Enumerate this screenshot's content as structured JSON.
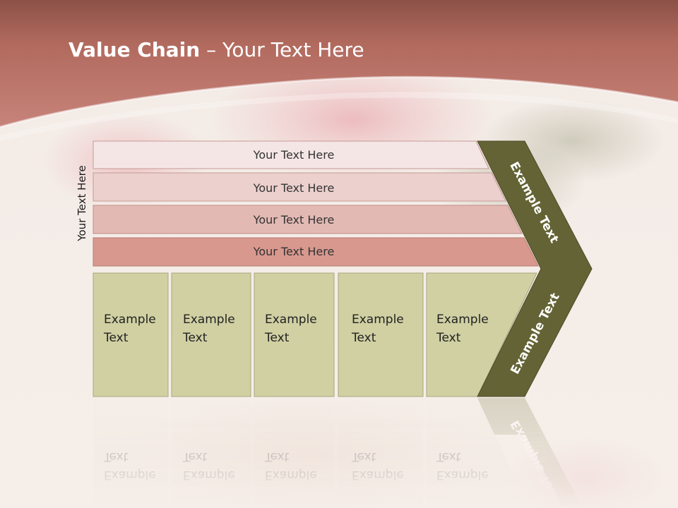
{
  "slide": {
    "title_bold": "Value Chain",
    "title_rest": " – Your Text Here",
    "side_label": "Your Text Here"
  },
  "colors": {
    "header": "#b96a5f",
    "bar_1": "#f5e6e6",
    "bar_2": "#ecd0cd",
    "bar_3": "#e3b9b3",
    "bar_4": "#d8988e",
    "column_fill": "#d0d0a3",
    "chevron_fill": "#636335"
  },
  "diagram": {
    "bars": [
      {
        "label": "Your Text Here"
      },
      {
        "label": "Your Text Here"
      },
      {
        "label": "Your Text Here"
      },
      {
        "label": "Your Text Here"
      }
    ],
    "columns": [
      {
        "line1": "Example",
        "line2": "Text"
      },
      {
        "line1": "Example",
        "line2": "Text"
      },
      {
        "line1": "Example",
        "line2": "Text"
      },
      {
        "line1": "Example",
        "line2": "Text"
      },
      {
        "line1": "Example",
        "line2": "Text"
      }
    ],
    "chevron_upper_label": "Example Text",
    "chevron_lower_label": "Example Text"
  }
}
